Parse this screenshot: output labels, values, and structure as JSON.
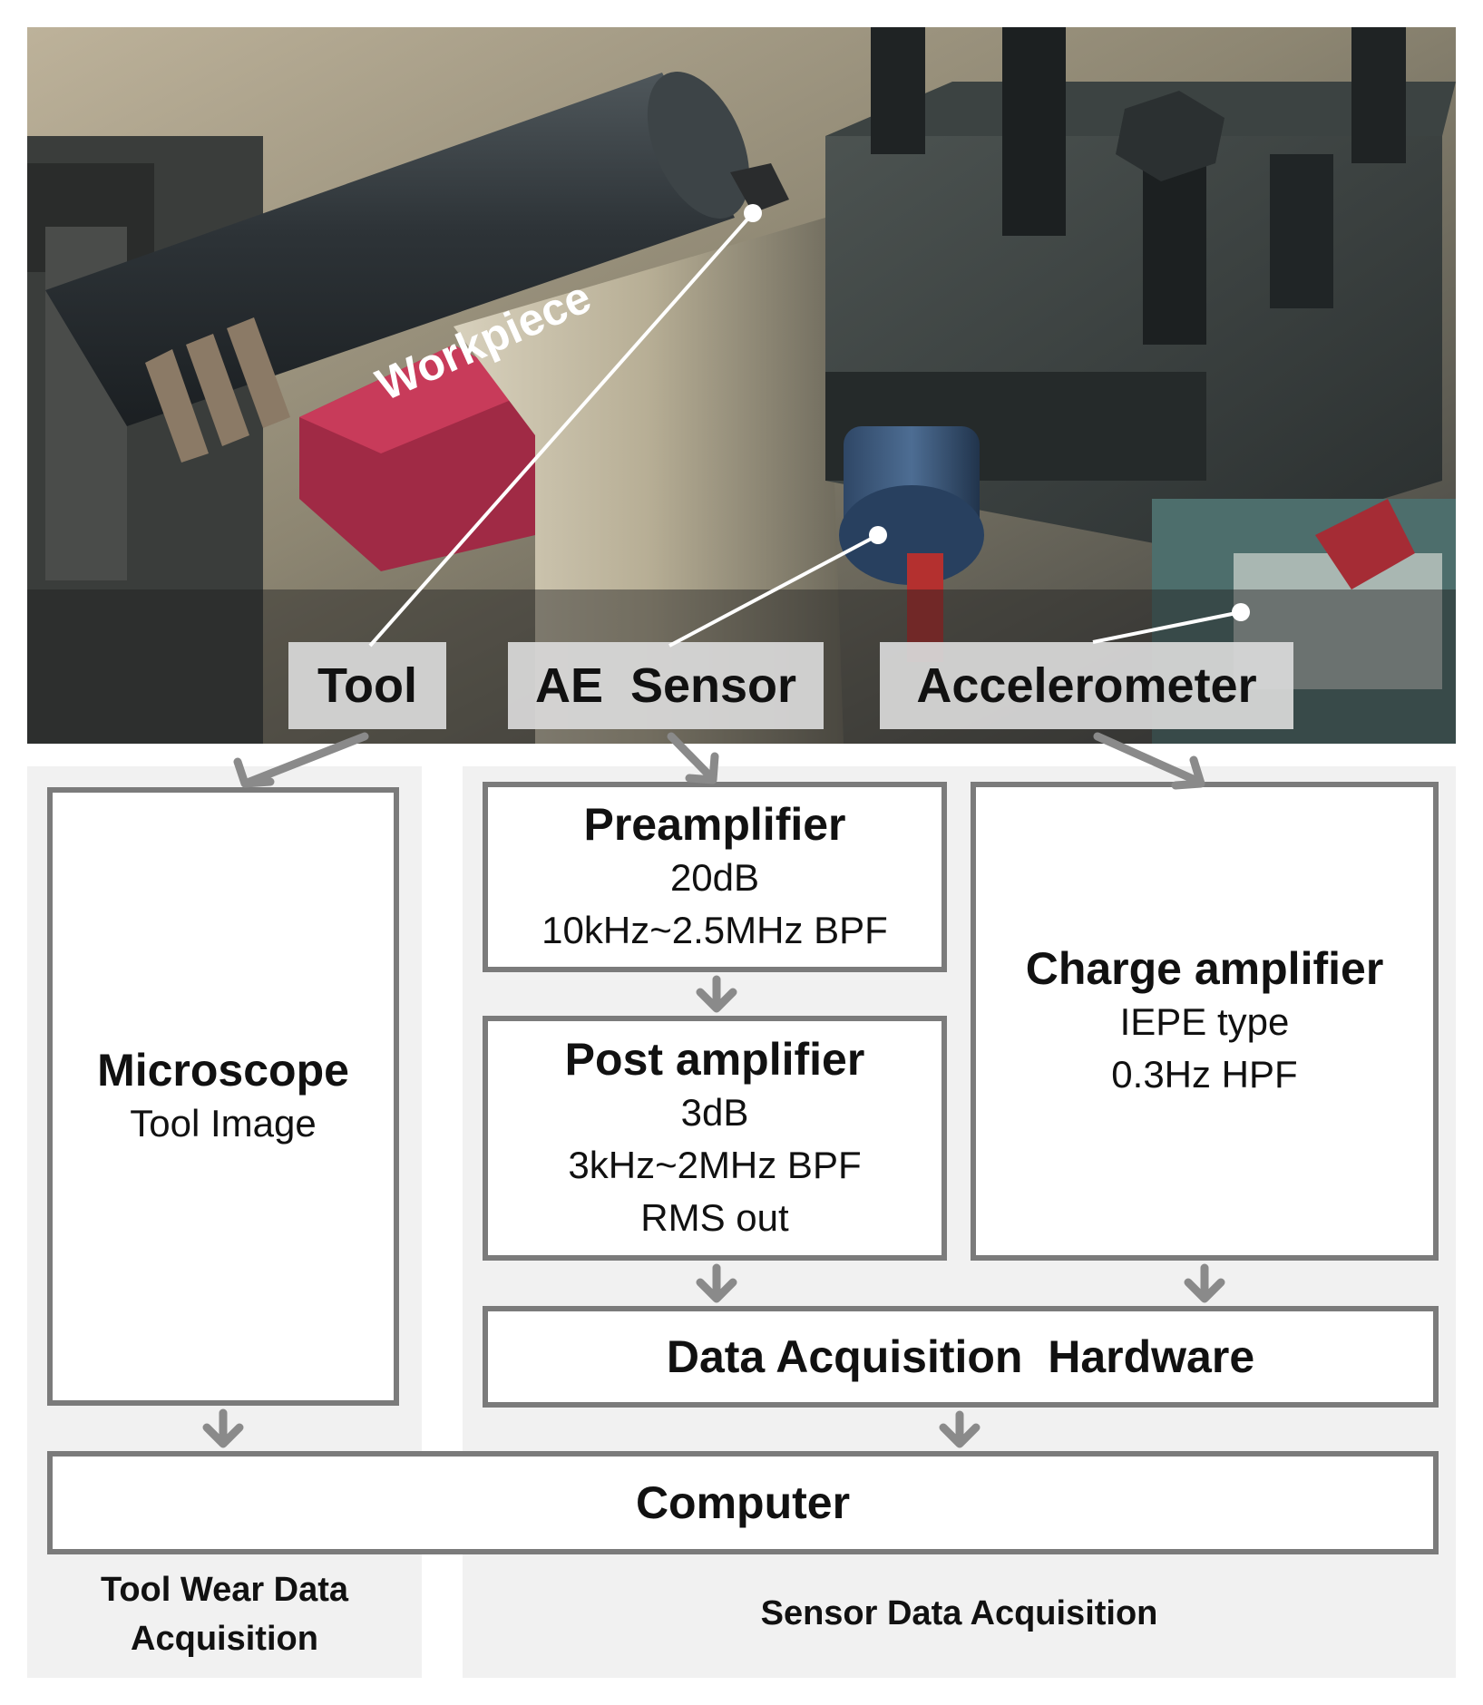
{
  "photo": {
    "workpiece_label": "Workpiece",
    "callouts": {
      "tool": "Tool",
      "ae_sensor": "AE  Sensor",
      "accelerometer": "Accelerometer"
    }
  },
  "groups": {
    "tool_wear": "Tool Wear Data Acquisition",
    "sensor": "Sensor Data Acquisition"
  },
  "boxes": {
    "microscope": {
      "title": "Microscope",
      "lines": [
        "Tool Image"
      ]
    },
    "preamplifier": {
      "title": "Preamplifier",
      "lines": [
        "20dB",
        "10kHz~2.5MHz BPF"
      ]
    },
    "post_amplifier": {
      "title": "Post amplifier",
      "lines": [
        "3dB",
        "3kHz~2MHz BPF",
        "RMS out"
      ]
    },
    "charge_amplifier": {
      "title": "Charge amplifier",
      "lines": [
        "IEPE type",
        "0.3Hz HPF"
      ]
    },
    "daq_hardware": {
      "title": "Data Acquisition  Hardware"
    },
    "computer": {
      "title": "Computer"
    }
  },
  "colors": {
    "box_border": "#7b7b7b",
    "arrow": "#8a8a8a",
    "panel_bg": "#f1f1f1",
    "callout_line": "#ffffff"
  }
}
